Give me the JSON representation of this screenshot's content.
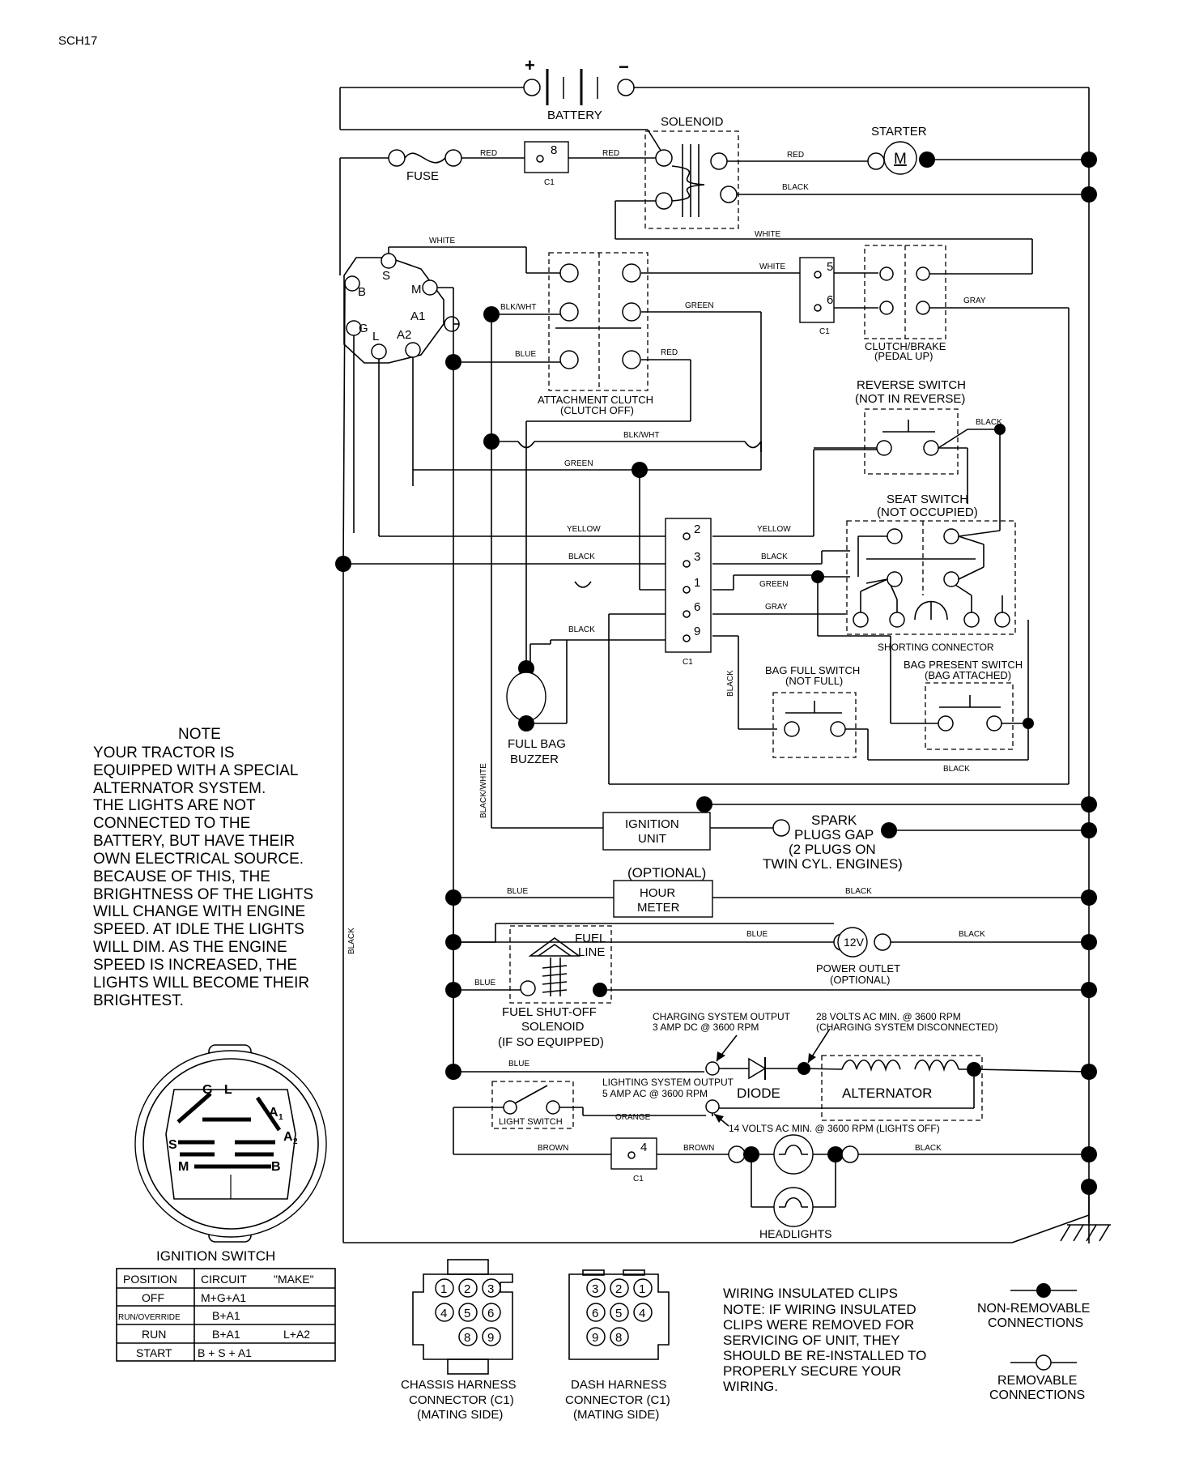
{
  "page_code": "SCH17",
  "components": {
    "battery": "BATTERY",
    "battery_pos": "+",
    "battery_neg": "−",
    "solenoid": "SOLENOID",
    "starter": "STARTER",
    "starter_m": "M",
    "fuse": "FUSE",
    "attachment_clutch": "ATTACHMENT CLUTCH",
    "attachment_clutch_state": "(CLUTCH OFF)",
    "clutch_brake": "CLUTCH/BRAKE",
    "clutch_brake_state": "(PEDAL UP)",
    "reverse_switch": "REVERSE SWITCH",
    "reverse_switch_state": "(NOT IN REVERSE)",
    "seat_switch": "SEAT SWITCH",
    "seat_switch_state": "(NOT OCCUPIED)",
    "shorting_connector": "SHORTING CONNECTOR",
    "bag_full_switch": "BAG FULL SWITCH",
    "bag_full_state": "(NOT FULL)",
    "bag_present_switch": "BAG PRESENT SWITCH",
    "bag_present_state": "(BAG ATTACHED)",
    "buzzer_l1": "FULL BAG",
    "buzzer_l2": "BUZZER",
    "ignition_unit_l1": "IGNITION",
    "ignition_unit_l2": "UNIT",
    "spark_l1": "SPARK",
    "spark_l2": "PLUGS GAP",
    "spark_l3": "(2 PLUGS ON",
    "spark_l4": "TWIN CYL. ENGINES)",
    "optional": "(OPTIONAL)",
    "hour_meter_l1": "HOUR",
    "hour_meter_l2": "METER",
    "fuel_l1": "FUEL",
    "fuel_l2": "LINE",
    "fuel_sol_l1": "FUEL SHUT-OFF",
    "fuel_sol_l2": "SOLENOID",
    "fuel_sol_l3": "(IF SO EQUIPPED)",
    "outlet_v": "12V",
    "outlet_l1": "POWER OUTLET",
    "outlet_l2": "(OPTIONAL)",
    "charge_out_l1": "CHARGING SYSTEM OUTPUT",
    "charge_out_l2": "3 AMP DC @ 3600 RPM",
    "ac28_l1": "28 VOLTS AC MIN. @ 3600 RPM",
    "ac28_l2": "(CHARGING SYSTEM DISCONNECTED)",
    "diode": "DIODE",
    "alternator": "ALTERNATOR",
    "light_out_l1": "LIGHTING SYSTEM OUTPUT",
    "light_out_l2": "5 AMP AC @ 3600 RPM",
    "ac14": "14 VOLTS AC MIN. @ 3600 RPM (LIGHTS OFF)",
    "light_switch": "LIGHT SWITCH",
    "headlights": "HEADLIGHTS",
    "ign_terms": {
      "s": "S",
      "b": "B",
      "g": "G",
      "l": "L",
      "a2": "A2",
      "a1": "A1",
      "m": "M"
    },
    "c1": "C1"
  },
  "pins": {
    "p8": "8",
    "p5": "5",
    "p6": "6",
    "p2": "2",
    "p3": "3",
    "p1": "1",
    "p6b": "6",
    "p9": "9",
    "p4": "4"
  },
  "wires": {
    "red": "RED",
    "black": "BLACK",
    "white": "WHITE",
    "green": "GREEN",
    "blkwht": "BLK/WHT",
    "blue": "BLUE",
    "gray": "GRAY",
    "yellow": "YELLOW",
    "orange": "ORANGE",
    "brown": "BROWN",
    "black_white": "BLACK/WHITE"
  },
  "note": {
    "title": "NOTE",
    "lines": [
      "YOUR TRACTOR IS",
      "EQUIPPED WITH A SPECIAL",
      "ALTERNATOR SYSTEM.",
      "THE LIGHTS ARE NOT",
      "CONNECTED TO THE",
      "BATTERY, BUT HAVE THEIR",
      "OWN ELECTRICAL SOURCE.",
      "BECAUSE OF THIS, THE",
      "BRIGHTNESS OF THE LIGHTS",
      "WILL CHANGE WITH ENGINE",
      "SPEED.  AT IDLE THE LIGHTS",
      "WILL DIM.  AS THE ENGINE",
      "SPEED IS INCREASED,  THE",
      "LIGHTS WILL BECOME THEIR",
      "BRIGHTEST."
    ]
  },
  "ignition_switch": {
    "title": "IGNITION SWITCH",
    "face_labels": {
      "g": "G",
      "l": "L",
      "a1": "A",
      "a1_sub": "1",
      "a2": "A",
      "a2_sub": "2",
      "s": "S",
      "m": "M",
      "b": "B"
    },
    "headers": {
      "position": "POSITION",
      "circuit": "CIRCUIT",
      "make": "\"MAKE\""
    },
    "rows": [
      {
        "position": "OFF",
        "circuit": "M+G+A1",
        "extra": ""
      },
      {
        "position": "RUN/OVERRIDE",
        "circuit": "B+A1",
        "extra": ""
      },
      {
        "position": "RUN",
        "circuit": "B+A1",
        "extra": "L+A2"
      },
      {
        "position": "START",
        "circuit": "B + S + A1",
        "extra": ""
      }
    ]
  },
  "connectors": {
    "chassis": {
      "pins": [
        "1",
        "2",
        "3",
        "4",
        "5",
        "6",
        "8",
        "9"
      ],
      "l1": "CHASSIS HARNESS",
      "l2": "CONNECTOR (C1)",
      "l3": "(MATING SIDE)"
    },
    "dash": {
      "pins": [
        "3",
        "2",
        "1",
        "6",
        "5",
        "4",
        "9",
        "8"
      ],
      "l1": "DASH HARNESS",
      "l2": "CONNECTOR (C1)",
      "l3": "(MATING SIDE)"
    }
  },
  "clips_note": [
    "WIRING INSULATED CLIPS",
    "NOTE: IF WIRING INSULATED",
    "CLIPS WERE REMOVED FOR",
    "SERVICING OF UNIT, THEY",
    "SHOULD BE RE-INSTALLED TO",
    "PROPERLY SECURE YOUR",
    "WIRING."
  ],
  "legend": {
    "nonremovable_l1": "NON-REMOVABLE",
    "nonremovable_l2": "CONNECTIONS",
    "removable_l1": "REMOVABLE",
    "removable_l2": "CONNECTIONS"
  }
}
